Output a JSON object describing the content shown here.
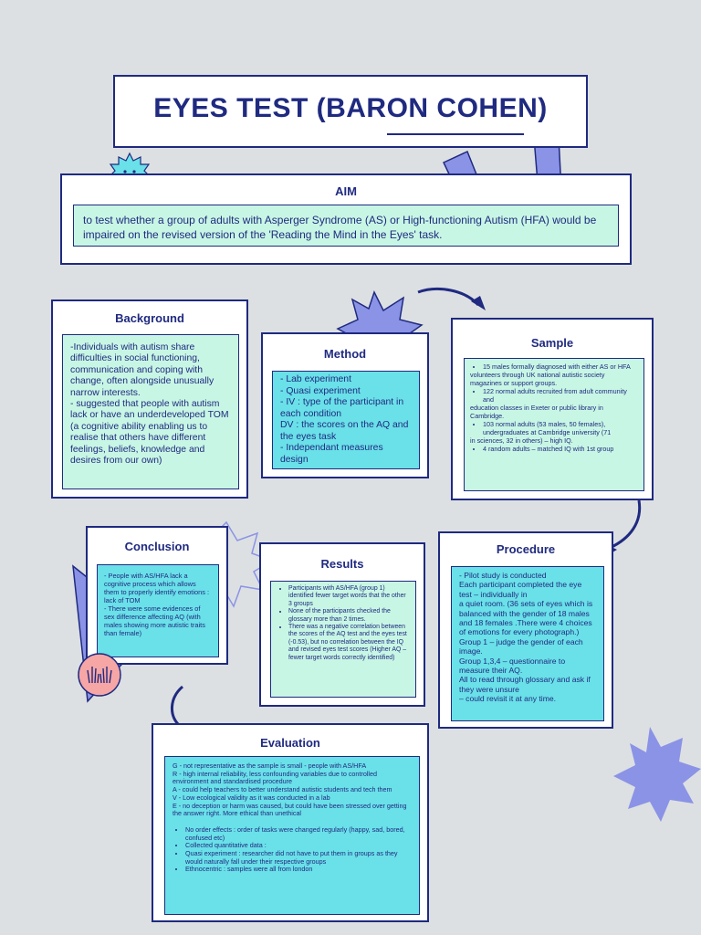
{
  "title": "EYES TEST (BARON COHEN)",
  "colors": {
    "navy": "#1f2a80",
    "mint": "#c8f6e4",
    "cyan": "#6ae0e8",
    "periwinkle": "#8a93e6",
    "background": "#dde0e2"
  },
  "aim": {
    "heading": "AIM",
    "text": "to test whether a group of adults with Asperger Syndrome (AS) or High-functioning Autism (HFA) would be impaired on the revised version of the 'Reading the Mind in the Eyes' task."
  },
  "background": {
    "heading": "Background",
    "text": "-Individuals with autism share difficulties in social functioning, communication and coping with change, often alongside unusually narrow interests.\n- suggested that people with autism lack or have an underdeveloped TOM (a cognitive ability enabling us to realise that others have different feelings, beliefs, knowledge and desires from our own)"
  },
  "method": {
    "heading": "Method",
    "lines": [
      "- Lab experiment",
      "- Quasi experiment",
      "- IV : type of the participant in each condition",
      "DV :  the scores on the AQ and the eyes task",
      "- Independant measures design"
    ]
  },
  "sample": {
    "heading": "Sample",
    "items": [
      "15 males formally diagnosed with either AS or HFA",
      "volunteers through UK national autistic society magazines or support groups.",
      "122 normal adults recruited from adult community and",
      "education classes in Exeter or public library in Cambridge.",
      "103 normal adults (53 males, 50 females), undergraduates at Cambridge university (71",
      "in sciences, 32 in others) – high IQ.",
      "4 random adults – matched IQ with 1st group"
    ]
  },
  "conclusion": {
    "heading": "Conclusion",
    "lines": [
      "- People with AS/HFA lack a cognitive process which allows them to properly identify emotions : lack of TOM",
      "- There were some evidences of sex difference affecting AQ (with males showing more autistic traits than female)"
    ]
  },
  "results": {
    "heading": "Results",
    "items": [
      "Participants with AS/HFA (group 1) identified fewer target words that the other 3 groups",
      "None of the participants checked the glossary more than 2 times.",
      "There was a negative correlation between the scores of the AQ test and the eyes test (-0.53), but no correlation between the IQ and revised eyes test scores (Higher AQ – fewer target words correctly identified)"
    ]
  },
  "procedure": {
    "heading": "Procedure",
    "lines": [
      "- Pilot study is conducted",
      "Each participant completed the eye test – individually in",
      "a quiet room. (36 sets of eyes which is balanced with the gender of 18 males and 18 females .There were 4 choices of emotions for every photograph.)",
      "Group 1 – judge the gender of each image.",
      "Group 1,3,4 – questionnaire to measure their AQ.",
      "All to read through glossary and ask if they were unsure",
      "– could revisit it at any time."
    ]
  },
  "evaluation": {
    "heading": "Evaluation",
    "lines": [
      "G - not representative as the sample is small - people with AS/HFA",
      "R - high internal reliability, less confounding variables due to controlled environment and standardised procedure",
      "A - could help teachers to better understand autistic students and tech them",
      "V - Low ecological validity as it was conducted in a lab",
      "E - no deception or harm was caused, but could have been stressed over getting the answer right. More ethical than unethical"
    ],
    "items": [
      "No order effects : order of tasks were changed regularly (happy, sad, bored, confused etc)",
      "Collected quantitative data :",
      "Quasi experiment : researcher did not have to put them in groups as they would naturally fall under their respective groups",
      "Ethnocentric : samples were all from london"
    ]
  }
}
